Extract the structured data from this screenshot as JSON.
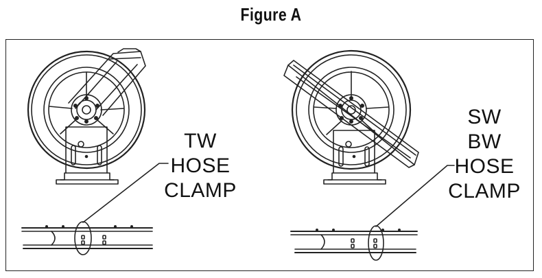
{
  "figure": {
    "title": "Figure A"
  },
  "left_callout": {
    "lines": [
      "TW",
      "HOSE",
      "CLAMP"
    ]
  },
  "right_callout": {
    "lines": [
      "SW",
      "BW",
      "HOSE",
      "CLAMP"
    ]
  }
}
